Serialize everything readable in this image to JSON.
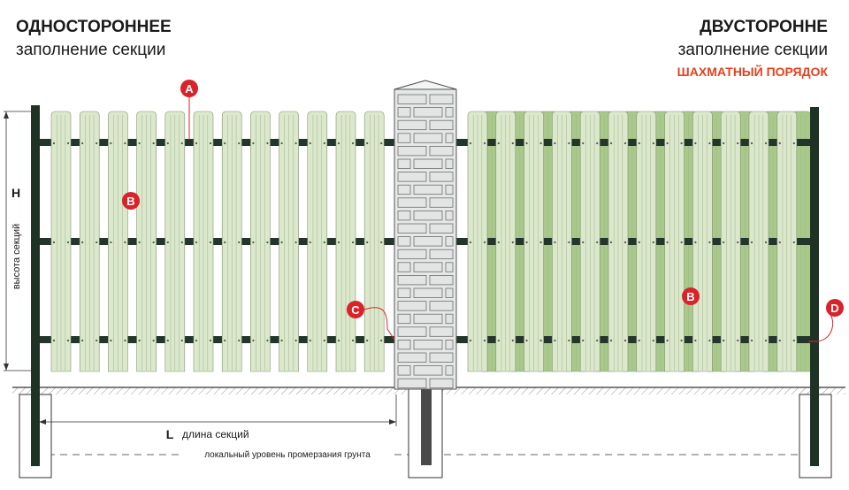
{
  "left_title": {
    "line1": "ОДНОСТОРОННЕЕ",
    "line2": "заполнение секции"
  },
  "right_title": {
    "line1": "ДВУСТОРОННЕ",
    "line2": "заполнение секции",
    "accent": "ШАХМАТНЫЙ ПОРЯДОК"
  },
  "markers": {
    "a": "A",
    "b": "B",
    "c": "C",
    "d": "D"
  },
  "height_dim": {
    "letter": "H",
    "label": "высота секций"
  },
  "length_dim": {
    "letter": "L",
    "label": "длина секций"
  },
  "ground_note": "локальный уровень промерзания грунта",
  "colors": {
    "picket_light": "#dbe8cc",
    "picket_dark": "#a9c98b",
    "rail": "#24362b",
    "post": "#1e3326",
    "brick": "#e3e4e4",
    "marker": "#d8232a",
    "accent": "#e8401c"
  }
}
